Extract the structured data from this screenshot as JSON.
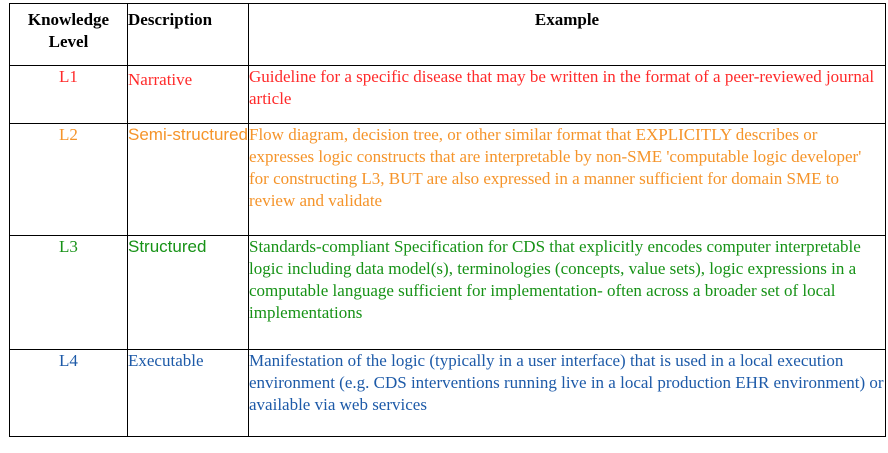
{
  "colors": {
    "L1": "#ff2a2a",
    "L2": "#f5942a",
    "L3": "#169216",
    "L4": "#1d5aa8"
  },
  "header": {
    "level": "Knowledge Level",
    "description": "Description",
    "example": "Example"
  },
  "rows": [
    {
      "level": "L1",
      "description": "Narrative",
      "example": "Guideline for a specific disease that may be written in the format of a peer-reviewed journal article"
    },
    {
      "level": "L2",
      "description": "Semi-structured",
      "example": "Flow diagram, decision tree, or other similar format that EXPLICITLY describes or expresses logic constructs that are interpretable by non-SME 'computable logic developer' for constructing L3, BUT are also expressed in a manner sufficient for domain SME to review and validate"
    },
    {
      "level": "L3",
      "description": "Structured",
      "example": "Standards-compliant Specification for CDS that explicitly encodes computer interpretable logic including data model(s), terminologies (concepts, value sets), logic expressions in a computable language sufficient for implementation- often across a broader set of local implementations"
    },
    {
      "level": "L4",
      "description": "Executable",
      "example": "Manifestation of the logic (typically in a user interface) that is used in a local execution environment (e.g. CDS interventions running live in a local production EHR environment) or available via web services"
    }
  ]
}
